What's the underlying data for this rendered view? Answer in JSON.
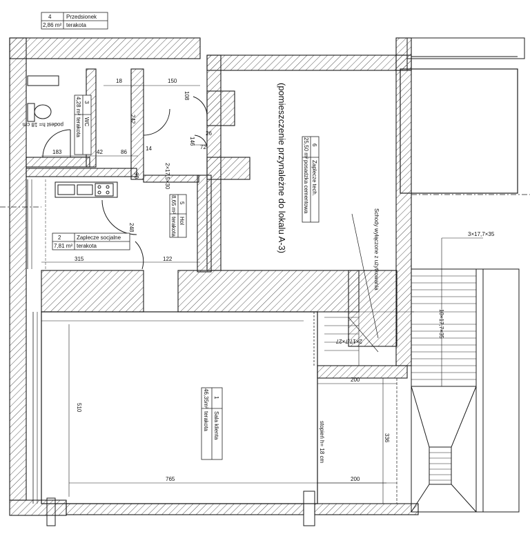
{
  "rooms": [
    {
      "number": "1",
      "name": "Sala klienta",
      "area": "46,35m²",
      "finish": "terakota"
    },
    {
      "number": "2",
      "name": "Zaplecze socjalne",
      "area": "7,81 m²",
      "finish": "terakota"
    },
    {
      "number": "3",
      "name": "WC",
      "area": "4,28 m²",
      "finish": "terakota"
    },
    {
      "number": "4",
      "name": "Przedsionek",
      "area": "2,86 m²",
      "finish": "terakota"
    },
    {
      "number": "5",
      "name": "Hol",
      "area": "8,65 m²",
      "finish": "terakota"
    },
    {
      "number": "6",
      "name": "Zaplecze tech.",
      "area": "25,50 m²",
      "finish": "posadzka cementowa"
    }
  ],
  "annotations": {
    "ancillary_room": "(pomieszczenie przynależne do lokalu A-3)",
    "stairs_removed": "Schody wyłączone z użytkowania",
    "step_note": "stopień h= 18 cm",
    "podest_note": "podest h= 18 cm",
    "stair_run_upper": "3×17,7×35",
    "stair_run_right": "10×17,7×35",
    "stair_run_middle": "2×17,7×27",
    "stair_run_hall": "2×17,5×30"
  },
  "dimensions": {
    "d18": "18",
    "d150": "150",
    "d108": "108",
    "d242": "242",
    "d183": "183",
    "d42": "42",
    "d86": "86",
    "d14": "14",
    "d146": "146",
    "d72": "72",
    "d26": "26",
    "d90": "90",
    "d248": "248",
    "d315": "315",
    "d122": "122",
    "d510": "510",
    "d765": "765",
    "d200_top": "200",
    "d200_bottom": "200",
    "d336": "336"
  },
  "colors": {
    "line": "#1a1a1a",
    "hatch": "#555555",
    "paper": "#ffffff"
  }
}
